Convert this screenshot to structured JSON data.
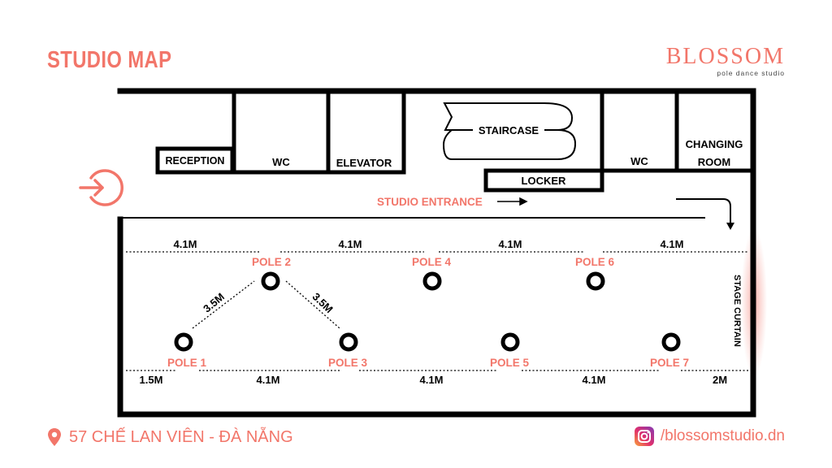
{
  "header": {
    "title": "STUDIO MAP",
    "brand_name": "BLOSSOM",
    "brand_tagline": "pole dance studio"
  },
  "rooms": {
    "reception": "RECEPTION",
    "wc_left": "WC",
    "elevator": "ELEVATOR",
    "staircase": "STAIRCASE",
    "locker": "LOCKER",
    "wc_right": "WC",
    "changing_line1": "CHANGING",
    "changing_line2": "ROOM"
  },
  "studio_entrance": "STUDIO ENTRANCE",
  "stage_curtain": "STAGE CURTAIN",
  "poles": {
    "p1": "POLE 1",
    "p2": "POLE 2",
    "p3": "POLE 3",
    "p4": "POLE 4",
    "p5": "POLE 5",
    "p6": "POLE 6",
    "p7": "POLE 7"
  },
  "distances": {
    "top": [
      "4.1M",
      "4.1M",
      "4.1M",
      "4.1M"
    ],
    "bottom": [
      "1.5M",
      "4.1M",
      "4.1M",
      "4.1M",
      "2M"
    ],
    "diagonal_left": "3.5M",
    "diagonal_right": "3.5M"
  },
  "footer": {
    "address": "57 CHẾ LAN VIÊN - ĐÀ NẴNG",
    "instagram": "/blossomstudio.dn"
  },
  "colors": {
    "accent": "#f2766a",
    "walls": "#000000"
  }
}
